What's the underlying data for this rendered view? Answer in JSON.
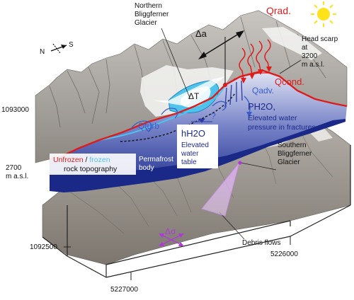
{
  "labels": {
    "north": "N",
    "south": "S",
    "northern_glacier_line1": "Northern",
    "northern_glacier_line2": "Bliggferner",
    "northern_glacier_line3": "Glacier",
    "delta_a": "Δa",
    "q_rad": "Qrad.",
    "head_scarp_line1": "Head scarp",
    "head_scarp_line2": "at",
    "head_scarp_line3": "3200",
    "head_scarp_line4": "m a.s.l.",
    "q_cond": "Qcond.",
    "delta_t": "ΔT",
    "q_adv": "Qadv.",
    "p_h2o": "PH2O,",
    "elevated_pressure_line1": "Elevated water",
    "elevated_pressure_line2": "pressure in fractures",
    "q_turb": "Qturb",
    "h_h2o": "hH2O",
    "elevated_table_line1": "Elevated",
    "elevated_table_line2": "water",
    "elevated_table_line3": "table",
    "question": "?",
    "permafrost_line1": "Permafrost",
    "permafrost_line2": "body",
    "unfrozen": "Unfrozen",
    "slash": " / ",
    "frozen": "frozen",
    "rock_topography": "rock topography",
    "southern_glacier_line1": "Southern",
    "southern_glacier_line2": "Bliggferner",
    "southern_glacier_line3": "Glacier",
    "debris_flows": "Debris flows",
    "delta_sigma": "Δσ",
    "y_1093000": "1093000",
    "y_2700_line1": "2700",
    "y_2700_line2": "m a.s.l.",
    "y_1092500": "1092500",
    "x_5227000": "5227000",
    "x_5226000": "5226000"
  },
  "colors": {
    "red": "#dd1c1c",
    "blue": "#3a5dc8",
    "cyan": "#4fc3ec",
    "section_dark": "#1e2c8f",
    "section_light": "#c6cbe8",
    "magenta": "#b03ad6",
    "sun": "#ffe21a"
  },
  "icons": [
    "sun-icon",
    "compass-arrow-icon",
    "stress-arrows-icon"
  ]
}
